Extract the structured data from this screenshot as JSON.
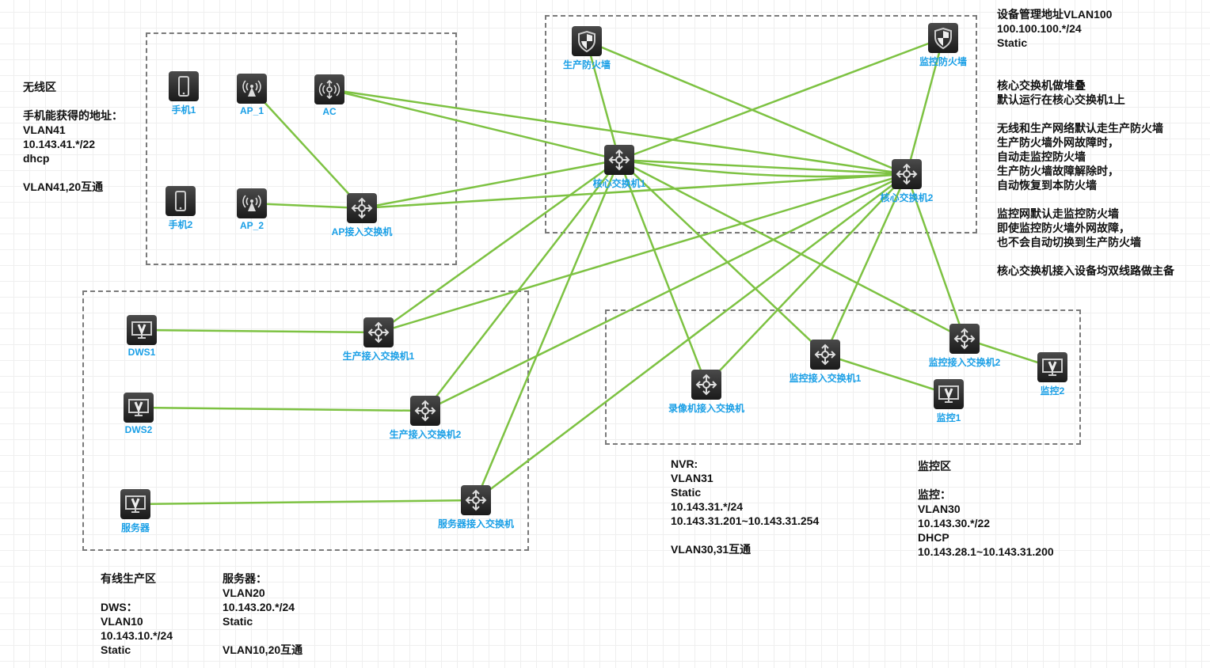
{
  "zones": [
    {
      "id": "wireless-zone"
    },
    {
      "id": "core-zone"
    },
    {
      "id": "wired-production-zone"
    },
    {
      "id": "monitoring-zone"
    }
  ],
  "nodes": {
    "phone1": {
      "label": "手机1",
      "icon": "phone-icon"
    },
    "phone2": {
      "label": "手机2",
      "icon": "phone-icon"
    },
    "ap1": {
      "label": "AP_1",
      "icon": "wireless-ap-icon"
    },
    "ap2": {
      "label": "AP_2",
      "icon": "wireless-ap-icon"
    },
    "ac": {
      "label": "AC",
      "icon": "wireless-controller-icon"
    },
    "ap_sw": {
      "label": "AP接入交换机",
      "icon": "switch-icon"
    },
    "fw_prod": {
      "label": "生产防火墙",
      "icon": "firewall-shield-icon"
    },
    "fw_mon": {
      "label": "监控防火墙",
      "icon": "firewall-shield-icon"
    },
    "core1": {
      "label": "核心交换机1",
      "icon": "switch-icon"
    },
    "core2": {
      "label": "核心交换机2",
      "icon": "switch-icon"
    },
    "dws1": {
      "label": "DWS1",
      "icon": "monitor-icon"
    },
    "dws2": {
      "label": "DWS2",
      "icon": "monitor-icon"
    },
    "server": {
      "label": "服务器",
      "icon": "monitor-icon"
    },
    "prod_sw1": {
      "label": "生产接入交换机1",
      "icon": "switch-icon"
    },
    "prod_sw2": {
      "label": "生产接入交换机2",
      "icon": "switch-icon"
    },
    "server_sw": {
      "label": "服务器接入交换机",
      "icon": "switch-icon"
    },
    "nvr_sw": {
      "label": "录像机接入交换机",
      "icon": "switch-icon"
    },
    "mon_sw1": {
      "label": "监控接入交换机1",
      "icon": "switch-icon"
    },
    "mon_sw2": {
      "label": "监控接入交换机2",
      "icon": "switch-icon"
    },
    "cam1": {
      "label": "监控1",
      "icon": "monitor-icon"
    },
    "cam2": {
      "label": "监控2",
      "icon": "monitor-icon"
    }
  },
  "links": [
    [
      "ap1",
      "ap_sw"
    ],
    [
      "ap2",
      "ap_sw"
    ],
    [
      "ac",
      "core1"
    ],
    [
      "ac",
      "core2"
    ],
    [
      "ap_sw",
      "core1"
    ],
    [
      "ap_sw",
      "core2"
    ],
    [
      "fw_prod",
      "core1"
    ],
    [
      "fw_prod",
      "core2"
    ],
    [
      "fw_mon",
      "core1"
    ],
    [
      "fw_mon",
      "core2"
    ],
    [
      "core1",
      "core2"
    ],
    [
      "core1",
      "core2"
    ],
    [
      "dws1",
      "prod_sw1"
    ],
    [
      "dws2",
      "prod_sw2"
    ],
    [
      "server",
      "server_sw"
    ],
    [
      "prod_sw1",
      "core1"
    ],
    [
      "prod_sw1",
      "core2"
    ],
    [
      "prod_sw2",
      "core1"
    ],
    [
      "prod_sw2",
      "core2"
    ],
    [
      "server_sw",
      "core1"
    ],
    [
      "server_sw",
      "core2"
    ],
    [
      "nvr_sw",
      "core1"
    ],
    [
      "nvr_sw",
      "core2"
    ],
    [
      "mon_sw1",
      "core1"
    ],
    [
      "mon_sw1",
      "core2"
    ],
    [
      "mon_sw2",
      "core1"
    ],
    [
      "mon_sw2",
      "core2"
    ],
    [
      "mon_sw1",
      "cam1"
    ],
    [
      "mon_sw2",
      "cam2"
    ]
  ],
  "link_color": "#7dc242",
  "notes": {
    "wireless": [
      "无线区",
      "",
      "手机能获得的地址：",
      "VLAN41",
      "10.143.41.*/22",
      "dhcp",
      "",
      "VLAN41,20互通"
    ],
    "mgmt": [
      "设备管理地址VLAN100",
      "100.100.100.*/24",
      "Static",
      "",
      "",
      "核心交换机做堆叠",
      "默认运行在核心交换机1上",
      "",
      "无线和生产网络默认走生产防火墙",
      "生产防火墙外网故障时，",
      "自动走监控防火墙",
      "生产防火墙故障解除时，",
      "自动恢复到本防火墙",
      "",
      "监控网默认走监控防火墙",
      "即使监控防火墙外网故障，",
      "也不会自动切换到生产防火墙",
      "",
      "核心交换机接入设备均双线路做主备"
    ],
    "wired_zone": [
      "有线生产区",
      "",
      "DWS：",
      "VLAN10",
      "10.143.10.*/24",
      "Static"
    ],
    "server": [
      "服务器：",
      "VLAN20",
      "10.143.20.*/24",
      "Static",
      "",
      "VLAN10,20互通"
    ],
    "nvr": [
      "NVR:",
      "VLAN31",
      "Static",
      "10.143.31.*/24",
      "10.143.31.201~10.143.31.254",
      "",
      "VLAN30,31互通"
    ],
    "monitor_zone": [
      "监控区",
      "",
      "监控：",
      "VLAN30",
      "10.143.30.*/22",
      "DHCP",
      "10.143.28.1~10.143.31.200"
    ]
  }
}
